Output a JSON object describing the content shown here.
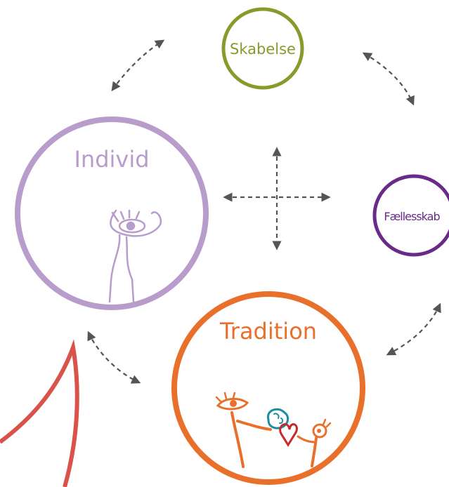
{
  "diagram": {
    "nodes": {
      "skabelse": {
        "label": "Skabelse",
        "color": "#8a9a2a"
      },
      "individ": {
        "label": "Individ",
        "color": "#b89ccb"
      },
      "faellesskab": {
        "label": "Fællesskab",
        "color": "#6a2a88"
      },
      "tradition": {
        "label": "Tradition",
        "color": "#e8702a"
      }
    },
    "arrow_color": "#555555",
    "accent_red": "#d9534a"
  }
}
